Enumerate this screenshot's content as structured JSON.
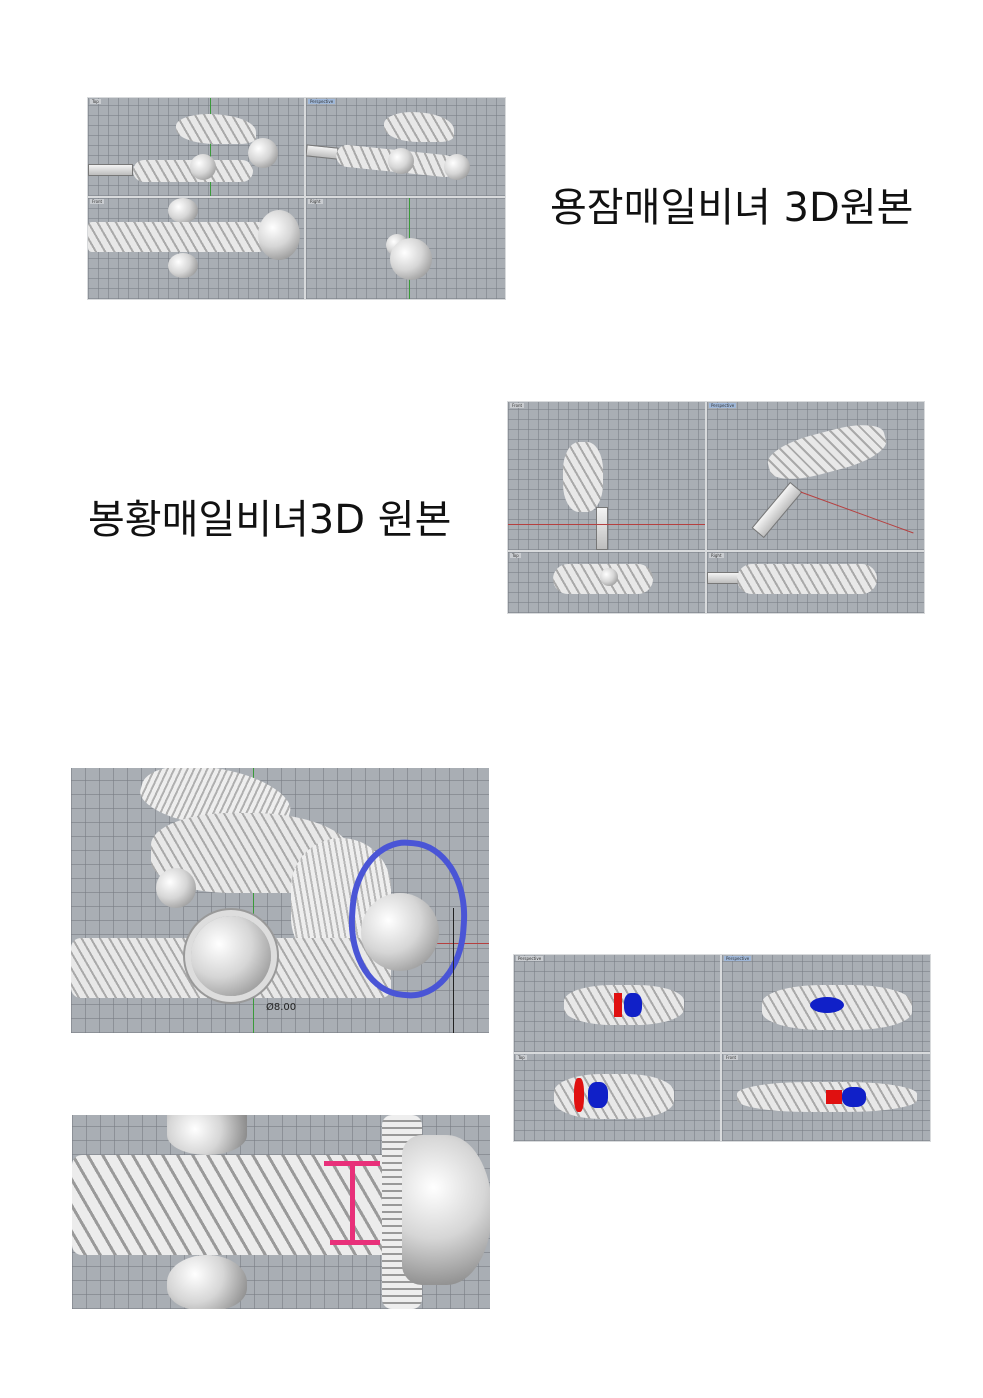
{
  "sections": [
    {
      "title": "용잠매일비녀 3D원본"
    },
    {
      "title": "봉황매일비녀3D 원본"
    }
  ],
  "viewports": {
    "top": "Top",
    "perspective": "Perspective",
    "front": "Front",
    "right": "Right"
  },
  "detail": {
    "dimension": "Ø8.00"
  },
  "colors": {
    "markup_circle": "#4a55d6",
    "markup_bar": "#e8307a",
    "highlight_red": "#e01010",
    "highlight_blue": "#1020c8"
  }
}
